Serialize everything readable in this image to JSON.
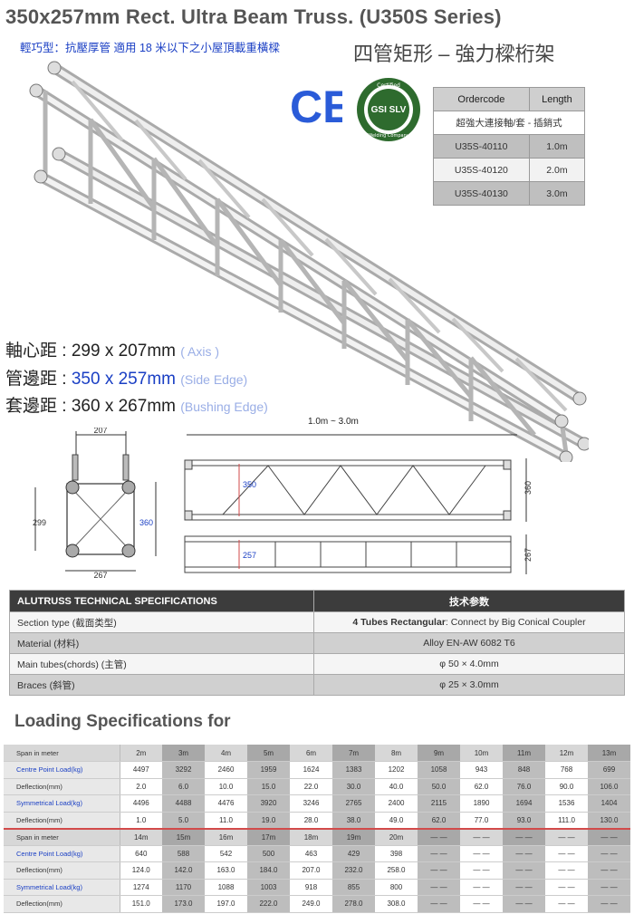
{
  "header": {
    "title": "350x257mm Rect. Ultra Beam Truss. (U350S Series)",
    "subtitle_cn": "輕巧型：抗壓厚管  適用 18 米以下之小屋頂載重橫樑",
    "title_cn": "四管矩形 – 強力樑桁架"
  },
  "logos": {
    "ce": "CE",
    "gsi_top": "Certified",
    "gsi_main": "GSI SLV",
    "gsi_bottom": "Welding Company"
  },
  "order_table": {
    "headers": [
      "Ordercode",
      "Length"
    ],
    "subheader": "超強大連接軸/套 - 插銷式",
    "rows": [
      [
        "U35S-40110",
        "1.0m"
      ],
      [
        "U35S-40120",
        "2.0m"
      ],
      [
        "U35S-40130",
        "3.0m"
      ]
    ]
  },
  "dimensions": {
    "axis": {
      "label": "軸心距",
      "value": "299 x 207mm",
      "hint": "( Axis )"
    },
    "side": {
      "label": "管邊距",
      "value": "350 x 257mm",
      "hint": "(Side Edge)"
    },
    "bushing": {
      "label": "套邊距",
      "value": "360 x 267mm",
      "hint": "(Bushing Edge)"
    }
  },
  "drawing": {
    "length_label": "1.0m ~ 3.0m",
    "sec_top": "207",
    "sec_left": "299",
    "sec_right": "360",
    "sec_bottom": "267",
    "side_inner": "350",
    "side_outer": "360",
    "top_inner": "257",
    "top_outer": "267"
  },
  "tech_spec": {
    "title": "ALUTRUSS TECHNICAL SPECIFICATIONS",
    "title_cn": "技术参数",
    "rows": [
      {
        "label": "Section  type  (截面类型)",
        "value_bold": "4 Tubes Rectangular",
        "value": ": Connect by Big Conical Coupler"
      },
      {
        "label": "Material (材料)",
        "value_bold": "",
        "value": "Alloy EN-AW 6082 T6"
      },
      {
        "label": "Main tubes(chords) (主管)",
        "value_bold": "",
        "value": "φ 50 × 4.0mm"
      },
      {
        "label": "Braces (斜管)",
        "value_bold": "",
        "value": "φ 25 × 3.0mm"
      }
    ]
  },
  "loading": {
    "title": "Loading  Specifications for",
    "rows": [
      {
        "label": "Span in meter",
        "lab": false,
        "hdr": true,
        "values": [
          "2m",
          "3m",
          "4m",
          "5m",
          "6m",
          "7m",
          "8m",
          "9m",
          "10m",
          "11m",
          "12m",
          "13m"
        ]
      },
      {
        "label": "Centre Point  Load(kg)",
        "lab": true,
        "hdr": false,
        "values": [
          "4497",
          "3292",
          "2460",
          "1959",
          "1624",
          "1383",
          "1202",
          "1058",
          "943",
          "848",
          "768",
          "699"
        ]
      },
      {
        "label": "Deflection(mm)",
        "lab": false,
        "hdr": false,
        "values": [
          "2.0",
          "6.0",
          "10.0",
          "15.0",
          "22.0",
          "30.0",
          "40.0",
          "50.0",
          "62.0",
          "76.0",
          "90.0",
          "106.0"
        ]
      },
      {
        "label": "Symmetrical Load(kg)",
        "lab": true,
        "hdr": false,
        "values": [
          "4496",
          "4488",
          "4476",
          "3920",
          "3246",
          "2765",
          "2400",
          "2115",
          "1890",
          "1694",
          "1536",
          "1404"
        ]
      },
      {
        "label": "Deflection(mm)",
        "lab": false,
        "hdr": false,
        "sep": true,
        "values": [
          "1.0",
          "5.0",
          "11.0",
          "19.0",
          "28.0",
          "38.0",
          "49.0",
          "62.0",
          "77.0",
          "93.0",
          "111.0",
          "130.0"
        ]
      },
      {
        "label": "Span in meter",
        "lab": false,
        "hdr": true,
        "values": [
          "14m",
          "15m",
          "16m",
          "17m",
          "18m",
          "19m",
          "20m",
          "— —",
          "— —",
          "— —",
          "— —",
          "— —"
        ]
      },
      {
        "label": "Centre Point  Load(kg)",
        "lab": true,
        "hdr": false,
        "values": [
          "640",
          "588",
          "542",
          "500",
          "463",
          "429",
          "398",
          "— —",
          "— —",
          "— —",
          "— —",
          "— —"
        ]
      },
      {
        "label": "Deflection(mm)",
        "lab": false,
        "hdr": false,
        "values": [
          "124.0",
          "142.0",
          "163.0",
          "184.0",
          "207.0",
          "232.0",
          "258.0",
          "— —",
          "— —",
          "— —",
          "— —",
          "— —"
        ]
      },
      {
        "label": "Symmetrical Load(kg)",
        "lab": true,
        "hdr": false,
        "values": [
          "1274",
          "1170",
          "1088",
          "1003",
          "918",
          "855",
          "800",
          "— —",
          "— —",
          "— —",
          "— —",
          "— —"
        ]
      },
      {
        "label": "Deflection(mm)",
        "lab": false,
        "hdr": false,
        "values": [
          "151.0",
          "173.0",
          "197.0",
          "222.0",
          "249.0",
          "278.0",
          "308.0",
          "— —",
          "— —",
          "— —",
          "— —",
          "— —"
        ]
      }
    ]
  },
  "colors": {
    "accent_blue": "#1a3fc4",
    "ce_blue": "#2a5bd8",
    "gsi_green": "#2e6b2e",
    "spec_dark": "#3c3c3c",
    "sep_red": "#d24a4a"
  }
}
